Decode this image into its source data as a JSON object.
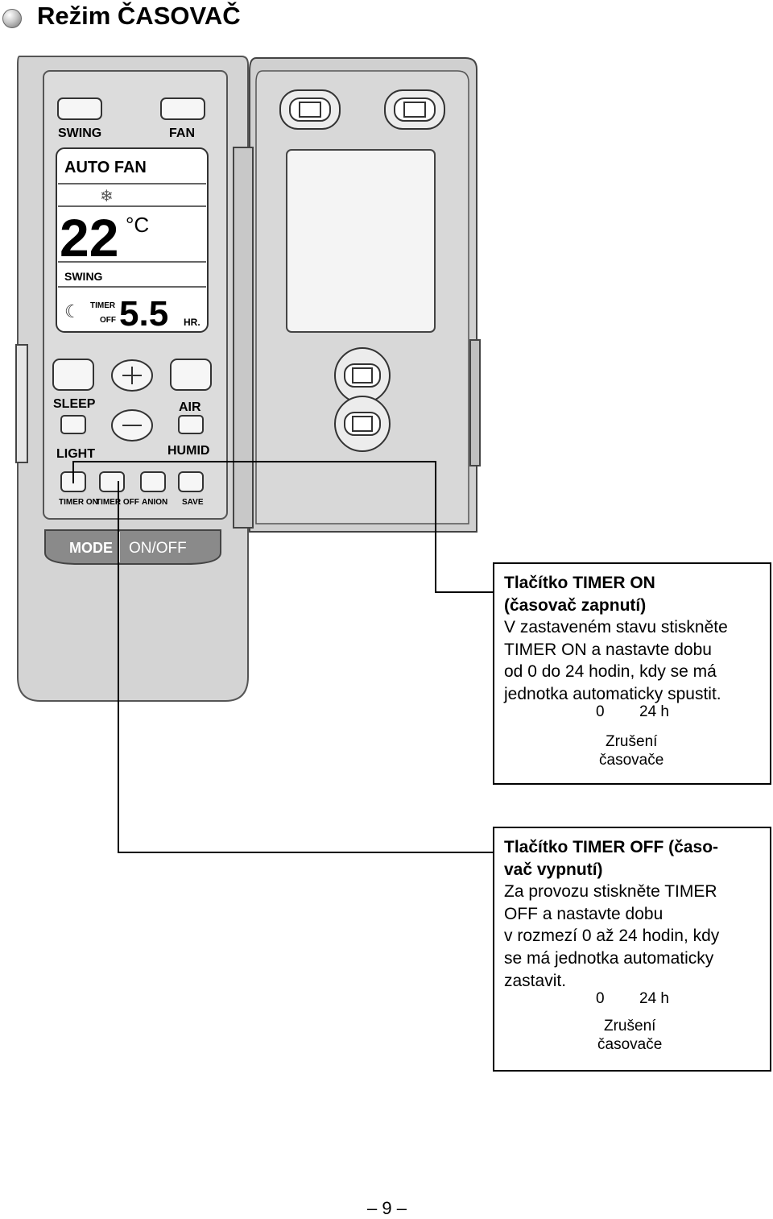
{
  "header": {
    "title": "Režim ČASOVAČ"
  },
  "remote": {
    "buttons": {
      "swing": "SWING",
      "fan": "FAN",
      "sleep": "SLEEP",
      "air": "AIR",
      "light": "LIGHT",
      "humid": "HUMID",
      "timer_on": "TIMER ON",
      "timer_off": "TIMER OFF",
      "anion": "ANION",
      "save": "SAVE",
      "mode": "MODE",
      "on_off": "ON/OFF"
    },
    "display": {
      "fan_mode": "AUTO FAN",
      "temperature": "22",
      "temperature_unit": "°C",
      "swing": "SWING",
      "timer_label": "TIMER",
      "timer_state": "OFF",
      "timer_value": "5.5",
      "timer_unit": "HR."
    }
  },
  "timer_on_box": {
    "heading_line1": "Tlačítko TIMER ON",
    "heading_line2": "(časovač zapnutí)",
    "body_lines": [
      "V zastaveném stavu stiskněte",
      "TIMER ON a nastavte dobu",
      "od 0 do 24 hodin, kdy se má",
      "jednotka automaticky spustit."
    ],
    "cycle": {
      "start": "0",
      "end": "24 h",
      "cancel_line1": "Zrušení",
      "cancel_line2": "časovače"
    }
  },
  "timer_off_box": {
    "heading_line1": "Tlačítko TIMER OFF (časo-",
    "heading_line2": "vač vypnutí)",
    "body_lines": [
      "Za provozu stiskněte TIMER",
      "OFF a nastavte dobu",
      "v rozmezí 0 až 24 hodin, kdy",
      "se má jednotka automaticky",
      "zastavit."
    ],
    "cycle": {
      "start": "0",
      "end": "24 h",
      "cancel_line1": "Zrušení",
      "cancel_line2": "časovače"
    }
  },
  "footer": {
    "page_number": "– 9 –"
  }
}
